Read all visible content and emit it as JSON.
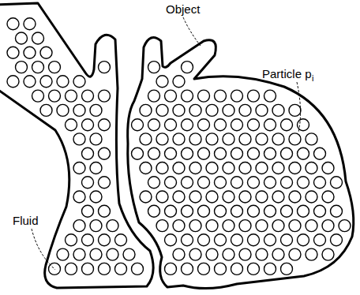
{
  "diagram": {
    "labels": [
      "Object",
      "Particle p",
      "i",
      "Fluid"
    ]
  }
}
